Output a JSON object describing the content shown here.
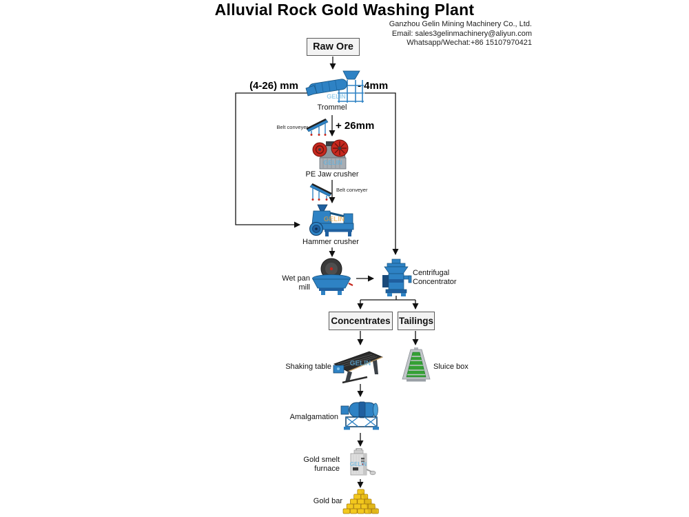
{
  "title": "Alluvial Rock Gold Washing Plant",
  "company": {
    "name": "Ganzhou Gelin Mining Machinery Co., Ltd.",
    "email": "Email: sales3gelinmachinery@aliyun.com",
    "whatsapp": "Whatsapp/Wechat:+86 15107970421"
  },
  "flow": {
    "raw_ore": "Raw Ore",
    "size_left": "(4-26) mm",
    "size_right": "- 4mm",
    "plus_26mm": "+ 26mm",
    "trommel": "Trommel",
    "belt_conveyer_1": "Belt conveyer",
    "jaw_crusher": "PE Jaw crusher",
    "belt_conveyer_2": "Belt conveyer",
    "hammer_crusher": "Hammer crusher",
    "wet_pan_mill": "Wet pan mill",
    "centrifugal_1": "Centrifugal",
    "centrifugal_2": "Concentrator",
    "concentrates": "Concentrates",
    "tailings": "Tailings",
    "shaking_table": "Shaking table",
    "sluice_box": "Sluice box",
    "amalgamation": "Amalgamation",
    "gold_smelt_1": "Gold smelt",
    "gold_smelt_2": "furnace",
    "gold_bar": "Gold bar"
  },
  "watermark": "GELIN",
  "colors": {
    "machine_blue": "#2e82c4",
    "machine_blue_dark": "#16527e",
    "flywheel_red": "#c6281e",
    "sluice_green": "#35a035",
    "gold": "#f2c81e",
    "connector_line": "#111111"
  }
}
